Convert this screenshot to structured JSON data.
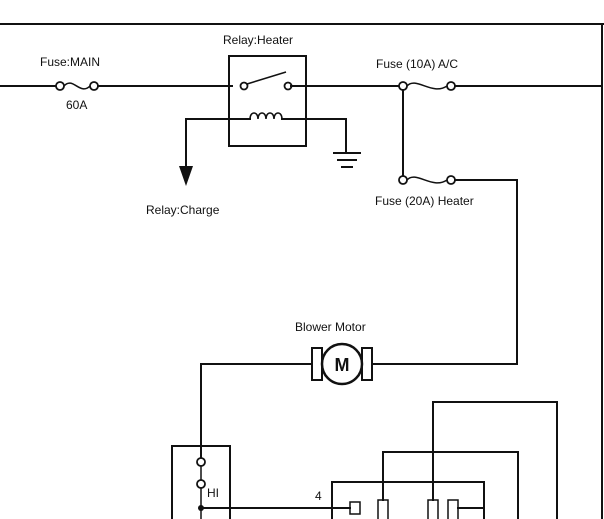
{
  "labels": {
    "fuse_main": "Fuse:MAIN",
    "fuse_main_rating": "60A",
    "relay_heater": "Relay:Heater",
    "fuse_ac": "Fuse (10A) A/C",
    "fuse_heater": "Fuse (20A) Heater",
    "relay_charge": "Relay:Charge",
    "blower_motor": "Blower Motor",
    "motor_symbol": "M",
    "switch_hi": "HI",
    "pin_4": "4"
  }
}
